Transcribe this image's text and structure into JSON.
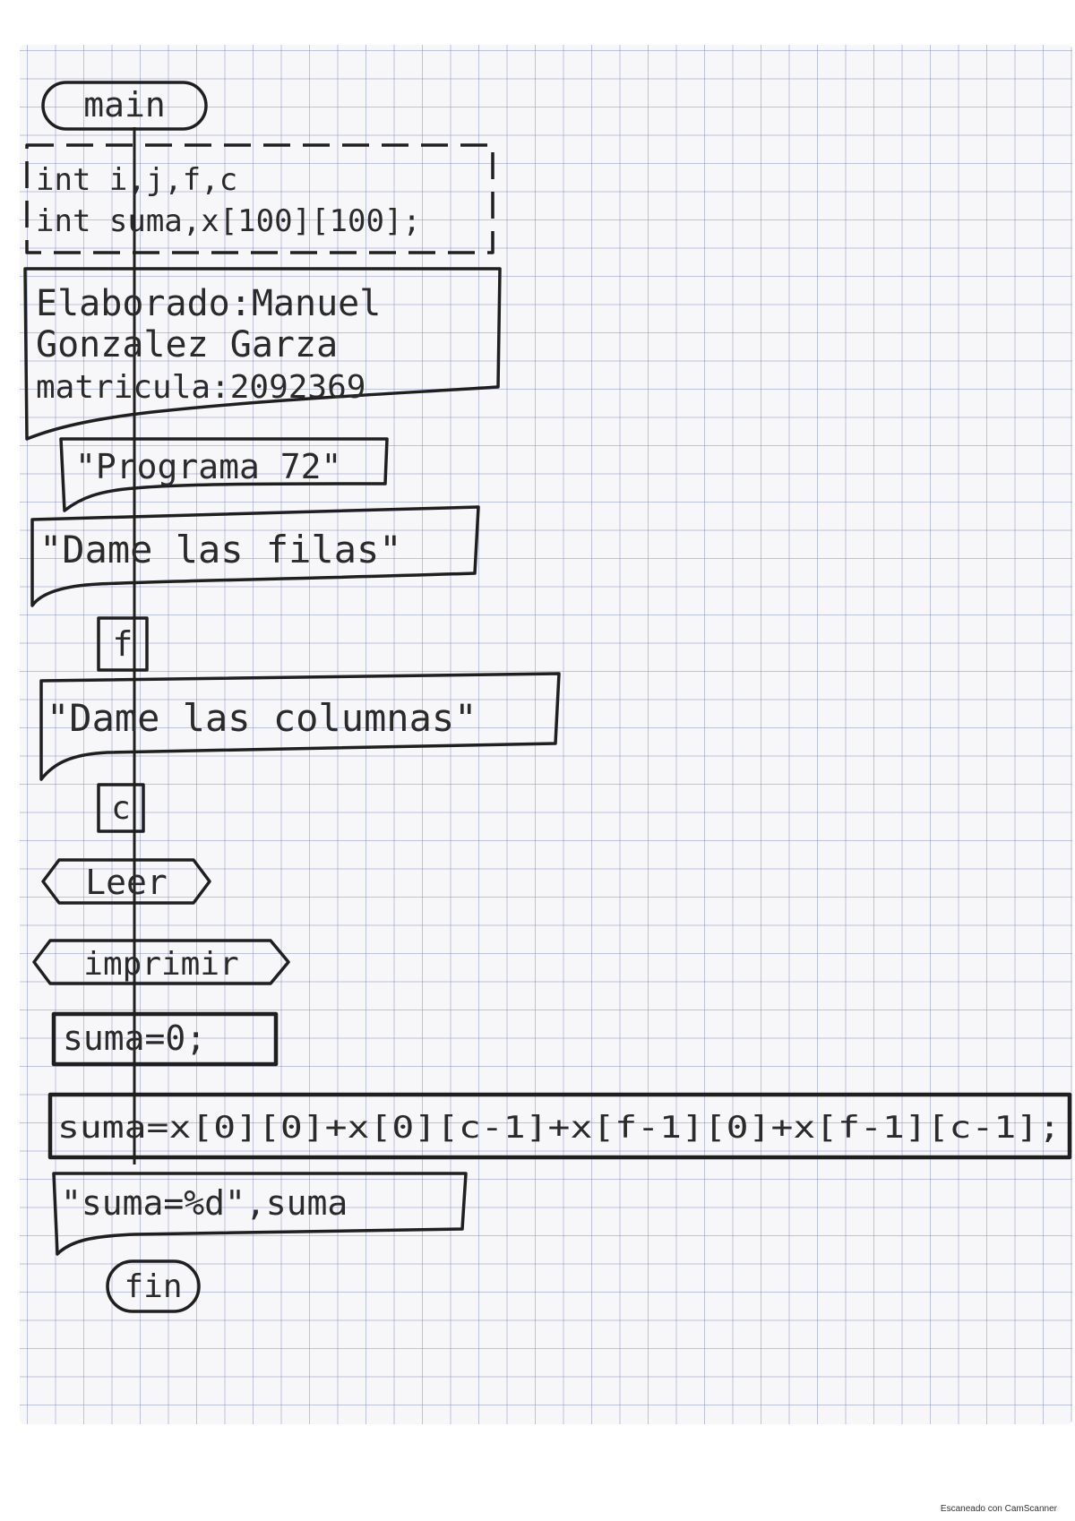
{
  "footer": "Escaneado con CamScanner",
  "flowchart": {
    "start": "main",
    "declaration_lines": [
      "int i,j,f,c",
      "int suma,x[100][100];"
    ],
    "author_lines": [
      "Elaborado:Manuel",
      "Gonzalez Garza",
      "matricula:2092369"
    ],
    "program_output": "\"Programa 72\"",
    "prompt_rows": "\"Dame las filas\"",
    "input_rows": "f",
    "prompt_cols": "\"Dame las columnas\"",
    "input_cols": "c",
    "read_label": "Leer",
    "print_label": "imprimir",
    "init_sum": "suma=0;",
    "compute_sum": "suma=x[0][0]+x[0][c-1]+x[f-1][0]+x[f-1][c-1];",
    "output_sum": "\"suma=%d\",suma",
    "end": "fin"
  }
}
